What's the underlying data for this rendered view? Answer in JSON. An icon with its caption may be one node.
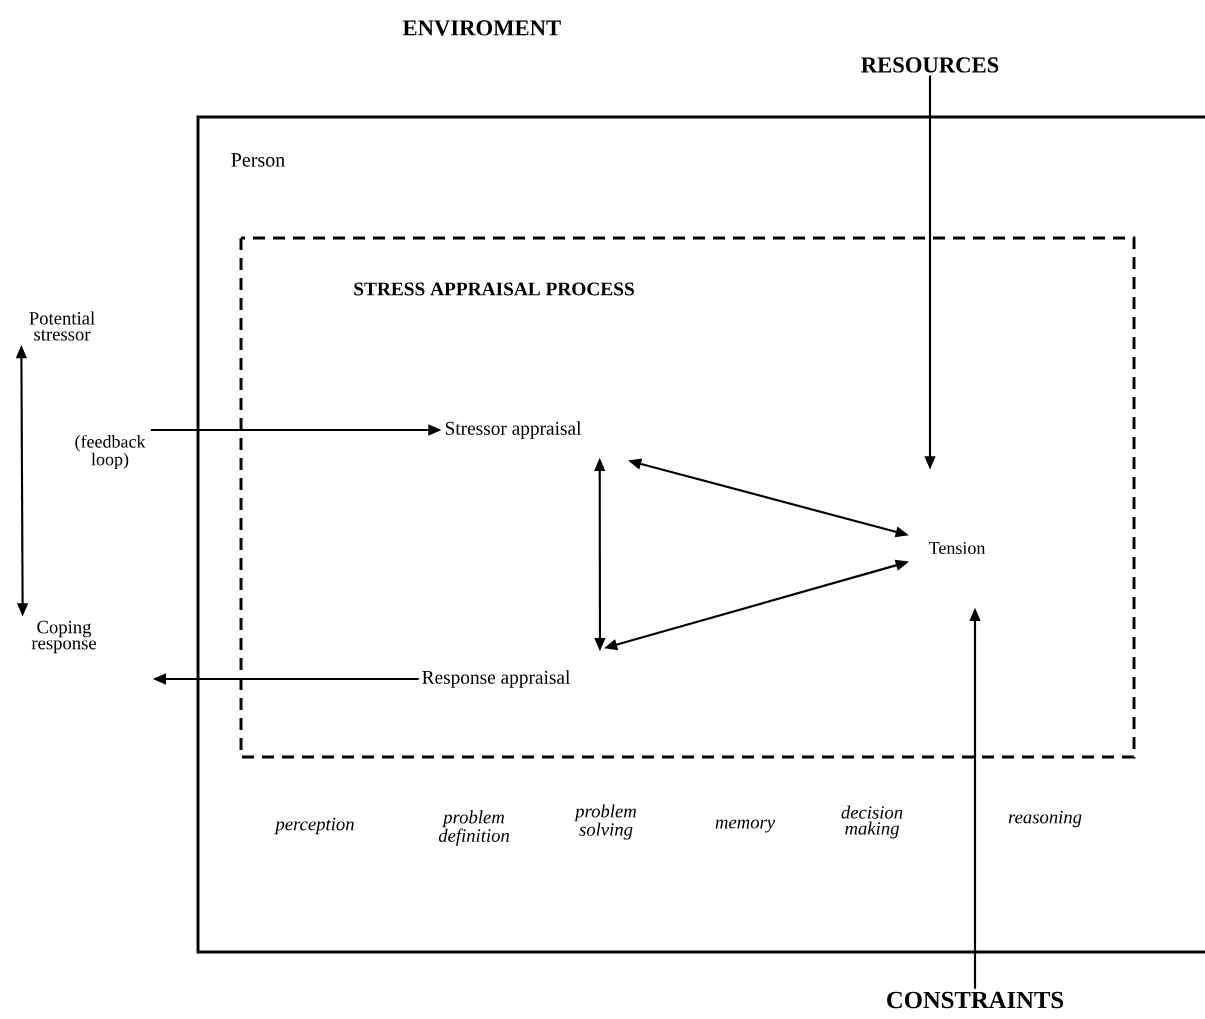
{
  "diagram": {
    "nodes": [
      {
        "text": [
          "Person"
        ]
      },
      {
        "text": [
          "STRESS APPRAISAL PROCESS"
        ],
        "in": 0
      },
      {
        "text": [
          "Potential stressor"
        ]
      },
      {
        "text": [
          "(feedback loop)"
        ]
      },
      {
        "text": [
          "Coping response"
        ]
      },
      {
        "text": [
          "Stressor appraisal"
        ],
        "in": 1
      },
      {
        "text": [
          "Response appraisal"
        ],
        "in": 1
      },
      {
        "text": [
          "Tension"
        ],
        "in": 1
      },
      {
        "text": [
          "RESOURCES"
        ]
      },
      {
        "text": [
          "CONSTRAINTS"
        ]
      }
    ],
    "edges": [
      {
        "from": 3,
        "to": 5,
        "arrow": "to"
      },
      {
        "from": 2,
        "to": 4,
        "arrow": "both"
      },
      {
        "from": 5,
        "to": 6,
        "arrow": "both"
      },
      {
        "from": 5,
        "to": 7,
        "arrow": "both"
      },
      {
        "from": 6,
        "to": 7,
        "arrow": "both"
      },
      {
        "from": 6,
        "to": 4,
        "arrow": "to"
      },
      {
        "from": 8,
        "to": 7,
        "arrow": "to"
      },
      {
        "from": 9,
        "to": 7,
        "arrow": "to"
      }
    ],
    "labels": [
      "ENVIROMENT",
      "perception",
      "problem definition",
      "problem solving",
      "memory",
      "decision making",
      "reasoning"
    ]
  }
}
